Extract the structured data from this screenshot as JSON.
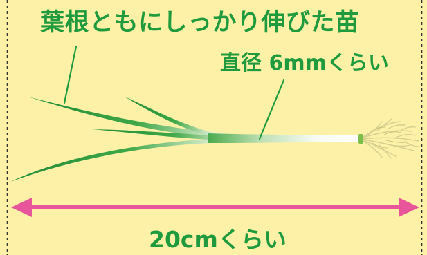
{
  "captions": {
    "seedling": "葉根ともにしっかり伸びた苗",
    "diameter": "直径 6mmくらい",
    "length": "20cmくらい"
  },
  "colors": {
    "background": "#fdf1a8",
    "caption_text": "#1f9a3c",
    "leader_line": "#1f9a3c",
    "leaf_dark": "#1f8a36",
    "stem_light": "#ffffff",
    "roots": "#d8d49a",
    "arrow": "#e8559a",
    "dashed_guide": "#333333"
  },
  "icons": {
    "seedling": "green-onion-seedling-icon",
    "length_arrow": "double-headed-arrow-icon"
  }
}
